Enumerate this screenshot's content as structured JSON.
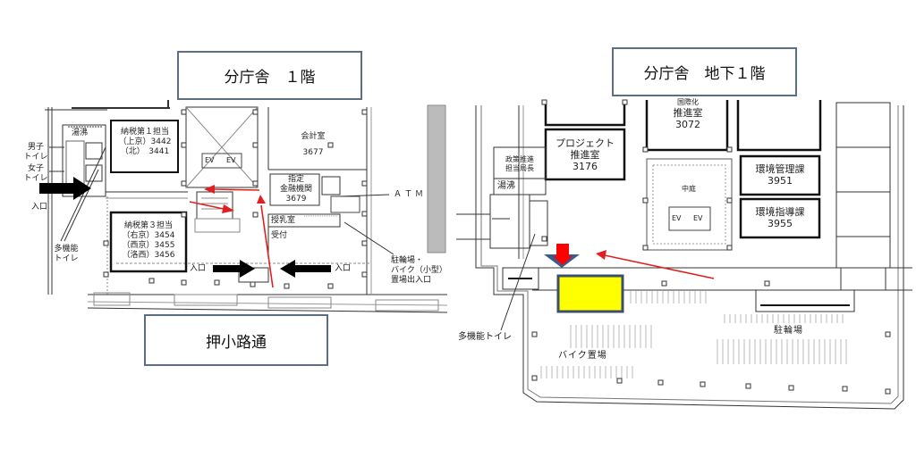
{
  "left_map": {
    "title": "分庁舎　１階",
    "street_label": "押小路通",
    "rooms": {
      "nozei1": {
        "name": "納税第１担当",
        "line2": "（上京）3442",
        "line3": "（北）　3441"
      },
      "nozei3": {
        "name": "納税第３担当",
        "line2": "（右京）3454",
        "line3": "（西京）3455",
        "line4": "（洛西）3456"
      },
      "kaikei": {
        "name": "会計室",
        "ext": "3677"
      },
      "kinyu": {
        "name": "指定",
        "line2": "金融機関",
        "ext": "3679"
      },
      "jusan": {
        "name": "授乳室"
      },
      "uketsuke": {
        "name": "受付"
      },
      "yuwakashi": {
        "name": "湯沸"
      }
    },
    "labels": {
      "mens_toilet_1": "男子",
      "mens_toilet_2": "トイレ",
      "womens_toilet_1": "女子",
      "womens_toilet_2": "トイレ",
      "entrance_west": "入口",
      "entrance_south_left": "入口",
      "entrance_south_right": "入口",
      "multi_toilet_1": "多機能",
      "multi_toilet_2": "トイレ",
      "atm": "ＡＴＭ",
      "bike_entrance_1": "駐輪場・",
      "bike_entrance_2": "バイク（小型）",
      "bike_entrance_3": "置場出入口",
      "ev1": "EV",
      "ev2": "EV"
    }
  },
  "right_map": {
    "title": "分庁舎　地下１階",
    "rooms": {
      "kokusaika": {
        "name": "国際化",
        "line2": "推進室",
        "ext": "3072"
      },
      "project": {
        "name": "プロジェクト",
        "line2": "推進室",
        "ext": "3176"
      },
      "seisaku": {
        "name": "政策推進",
        "line2": "担当局長"
      },
      "kankyo_kanri": {
        "name": "環境管理課",
        "ext": "3951"
      },
      "kankyo_shido": {
        "name": "環境指導課",
        "ext": "3955"
      },
      "nakaniwa": {
        "name": "中庭"
      },
      "yuwakashi": {
        "name": "湯沸"
      }
    },
    "labels": {
      "multi_toilet": "多機能トイレ",
      "bike_parking": "バイク置場",
      "bicycle_parking": "駐輪場",
      "ev1": "EV",
      "ev2": "EV"
    }
  },
  "colors": {
    "route_arrow": "#e02020",
    "entrance_arrow": "#000000",
    "title_border": "#5b6e86",
    "highlight_fill": "#ffff00",
    "highlight_border": "#3b4f6b",
    "marker_red": "#ff0000",
    "marker_blue": "#3b5b8a"
  }
}
